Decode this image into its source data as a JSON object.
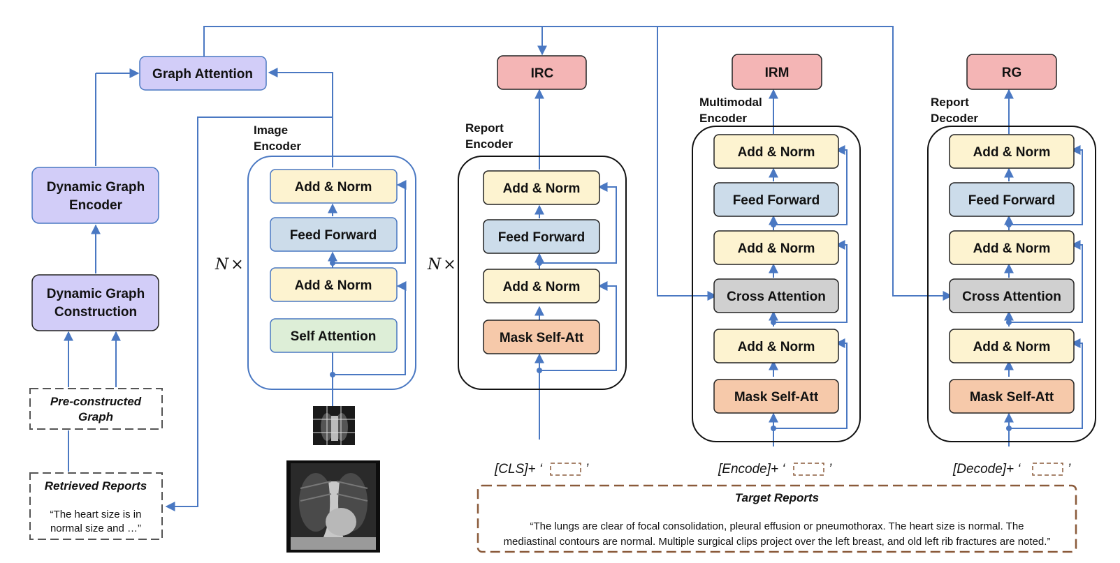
{
  "graph_branch": {
    "graph_attention": "Graph Attention",
    "dynamic_graph_encoder": [
      "Dynamic Graph",
      "Encoder"
    ],
    "dynamic_graph_construction": [
      "Dynamic Graph",
      "Construction"
    ],
    "pre_constructed_graph": [
      "Pre-constructed",
      "Graph"
    ],
    "retrieved_reports_title": "Retrieved Reports",
    "retrieved_reports_quote": [
      "“The heart size is in",
      "normal size and …”"
    ]
  },
  "image_encoder": {
    "title": [
      "Image",
      "Encoder"
    ],
    "repeat": "N",
    "times": "×",
    "add_norm_top": "Add & Norm",
    "feed_forward": "Feed Forward",
    "add_norm_bottom": "Add & Norm",
    "self_attention": "Self Attention"
  },
  "report_encoder": {
    "title": [
      "Report",
      "Encoder"
    ],
    "repeat": "N",
    "times": "×",
    "head": "IRC",
    "add_norm_top": "Add & Norm",
    "feed_forward": "Feed Forward",
    "add_norm_bottom": "Add & Norm",
    "mask_self_att": "Mask Self-Att",
    "input_token": "[CLS]",
    "input_suffix": "+ ‘",
    "input_end": "’"
  },
  "multimodal_encoder": {
    "title": [
      "Multimodal",
      "Encoder"
    ],
    "head": "IRM",
    "add_norm_1": "Add & Norm",
    "feed_forward": "Feed Forward",
    "add_norm_2": "Add & Norm",
    "cross_attention": "Cross Attention",
    "add_norm_3": "Add & Norm",
    "mask_self_att": "Mask Self-Att",
    "input_token": "[Encode]",
    "input_suffix": "+ ‘",
    "input_end": "’"
  },
  "report_decoder": {
    "title": [
      "Report",
      "Decoder"
    ],
    "head": "RG",
    "add_norm_1": "Add & Norm",
    "feed_forward": "Feed Forward",
    "add_norm_2": "Add & Norm",
    "cross_attention": "Cross Attention",
    "add_norm_3": "Add & Norm",
    "mask_self_att": "Mask Self-Att",
    "input_token": "[Decode]",
    "input_suffix": "+ ‘",
    "input_end": "’"
  },
  "target_reports": {
    "title": "Target Reports",
    "text": [
      "“The lungs are clear of focal consolidation, pleural effusion or pneumothorax. The heart size is normal.  The",
      "mediastinal contours are normal. Multiple surgical clips project over the left breast, and old left rib fractures are noted.”"
    ]
  },
  "colors": {
    "line": "#4a78c2",
    "purple": "#d2cdf8",
    "yellow": "#fdf3d0",
    "blue": "#ccdcea",
    "green": "#ddeed7",
    "salmon": "#f6c9aa",
    "gray": "#d0d0d0",
    "pink": "#f4b5b5",
    "brown_dash": "#8a5a3a"
  }
}
